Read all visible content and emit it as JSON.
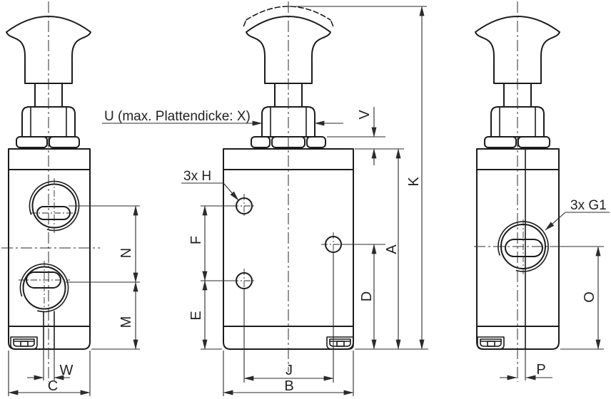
{
  "drawing": {
    "type": "valve-technical-drawing",
    "labels": {
      "u_note": "U (max. Plattendicke: X)",
      "holes_note": "3x H",
      "ports_note": "3x G1",
      "v": "V",
      "k": "K",
      "a": "A",
      "d": "D",
      "f": "F",
      "e": "E",
      "n": "N",
      "m": "M",
      "o": "O",
      "w": "W",
      "c": "C",
      "j": "J",
      "b": "B",
      "p": "P"
    },
    "colors": {
      "object_line": "#1c1c1c",
      "dimension_line": "#2b2b2b",
      "text": "#222222",
      "background": "#ffffff"
    }
  }
}
